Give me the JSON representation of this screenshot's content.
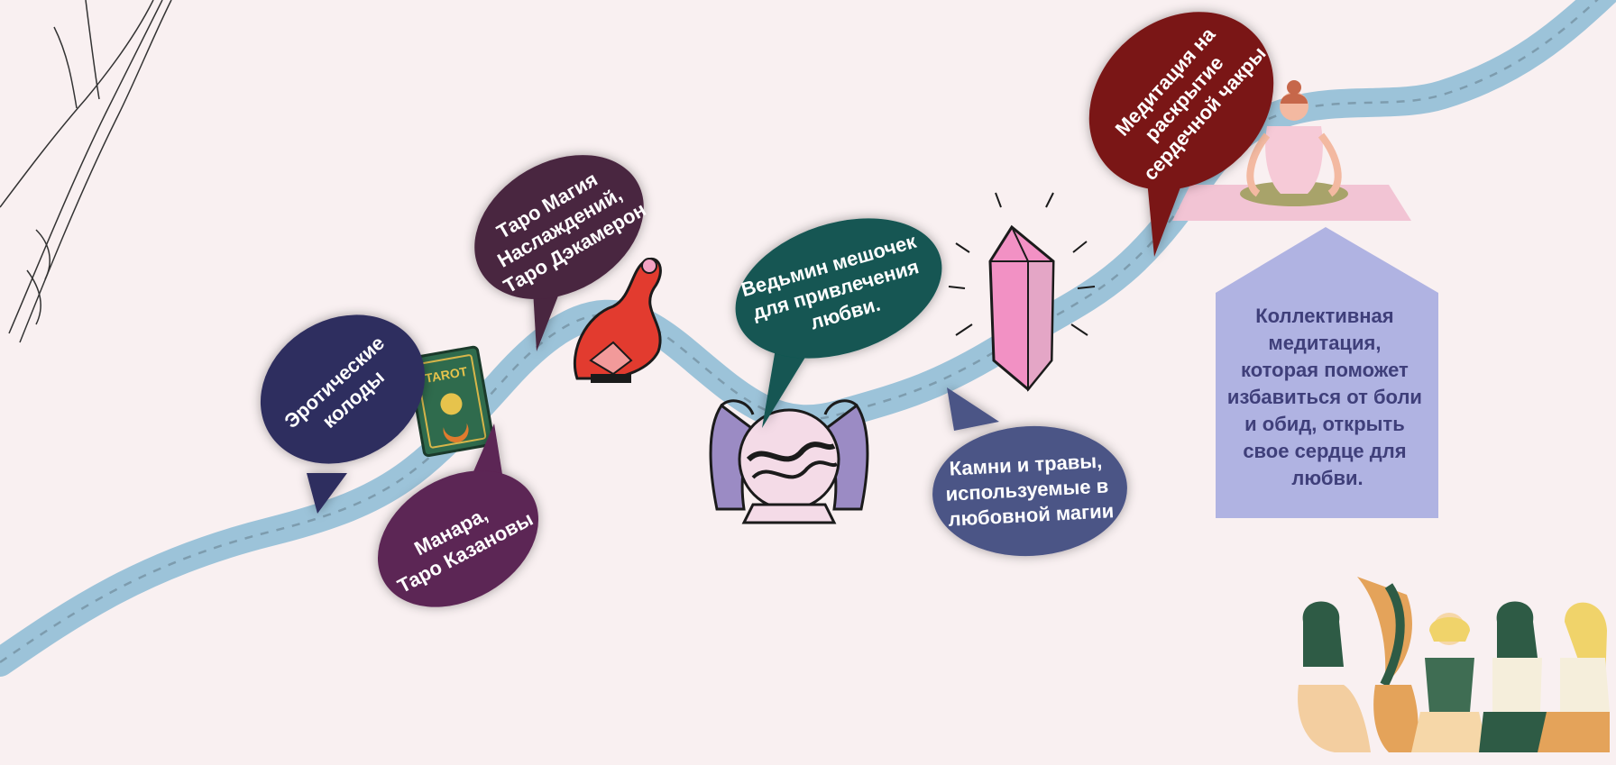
{
  "bubbles": {
    "erotic": {
      "lines": [
        "Эротические",
        "колоды"
      ],
      "color": "#2e2d5e"
    },
    "manara": {
      "lines": [
        "Манара,",
        "Таро Казановы"
      ],
      "color": "#5c2554"
    },
    "taro_magic": {
      "lines": [
        "Таро Магия",
        "Наслаждений,",
        "Таро Дэкамерон"
      ],
      "color": "#4a2540"
    },
    "witch_bag": {
      "lines": [
        "Ведьмин мешочек",
        "для привлечения",
        "любви."
      ],
      "color": "#125652"
    },
    "stones": {
      "lines": [
        "Камни и травы,",
        "используемые в",
        "любовной магии"
      ],
      "color": "#4c5486"
    },
    "meditation": {
      "lines": [
        "Медитация на",
        "раскрытие",
        "сердечной чакры"
      ],
      "color": "#7a1618"
    }
  },
  "collective_box": {
    "lines": [
      "Коллективная",
      "медитация,",
      "которая поможет",
      "избавиться от боли",
      "и обид, открыть",
      "свое сердце для",
      "любви."
    ],
    "color": "#b0b3e2",
    "text_color": "#3f3f7a"
  },
  "tarot_card_label": "TAROT",
  "colors": {
    "background": "#f9f0f1",
    "path": "#9cc3d9",
    "path_dash": "#7d9cae"
  }
}
